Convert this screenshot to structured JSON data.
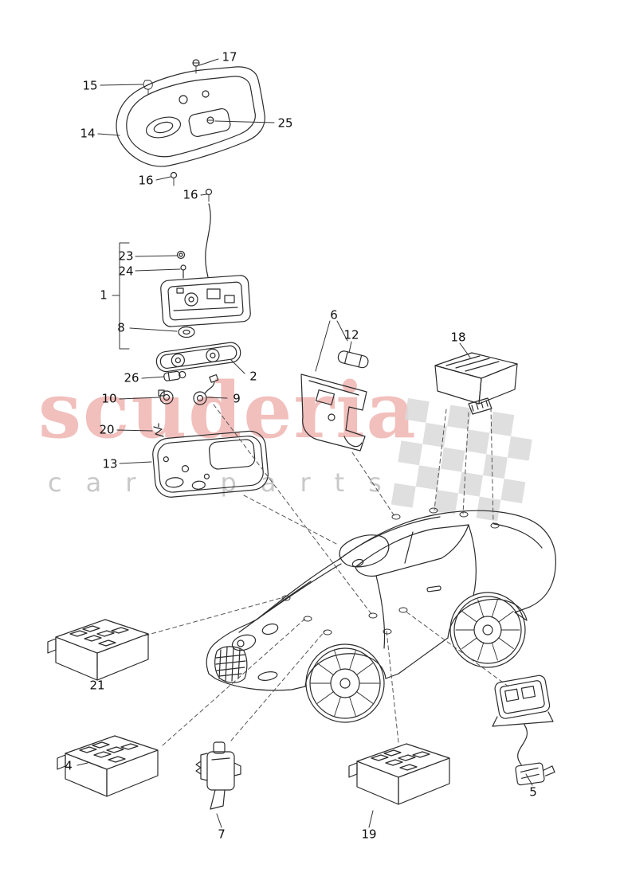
{
  "watermark": {
    "title": "scuderia",
    "subtitle": "car parts",
    "title_color": "#e2736d",
    "subtitle_color": "#c9c9c9"
  },
  "diagram": {
    "line_color": "#2b2b2b",
    "flag_color": "#d9d9d9",
    "background": "#ffffff"
  },
  "callouts": [
    {
      "label": "17"
    },
    {
      "label": "15"
    },
    {
      "label": "14"
    },
    {
      "label": "25"
    },
    {
      "label": "16"
    },
    {
      "label": "16"
    },
    {
      "label": "23"
    },
    {
      "label": "24"
    },
    {
      "label": "1"
    },
    {
      "label": "8"
    },
    {
      "label": "26"
    },
    {
      "label": "2"
    },
    {
      "label": "10"
    },
    {
      "label": "9"
    },
    {
      "label": "20"
    },
    {
      "label": "13"
    },
    {
      "label": "6"
    },
    {
      "label": "12"
    },
    {
      "label": "18"
    },
    {
      "label": "21"
    },
    {
      "label": "4"
    },
    {
      "label": "7"
    },
    {
      "label": "19"
    },
    {
      "label": "5"
    }
  ]
}
